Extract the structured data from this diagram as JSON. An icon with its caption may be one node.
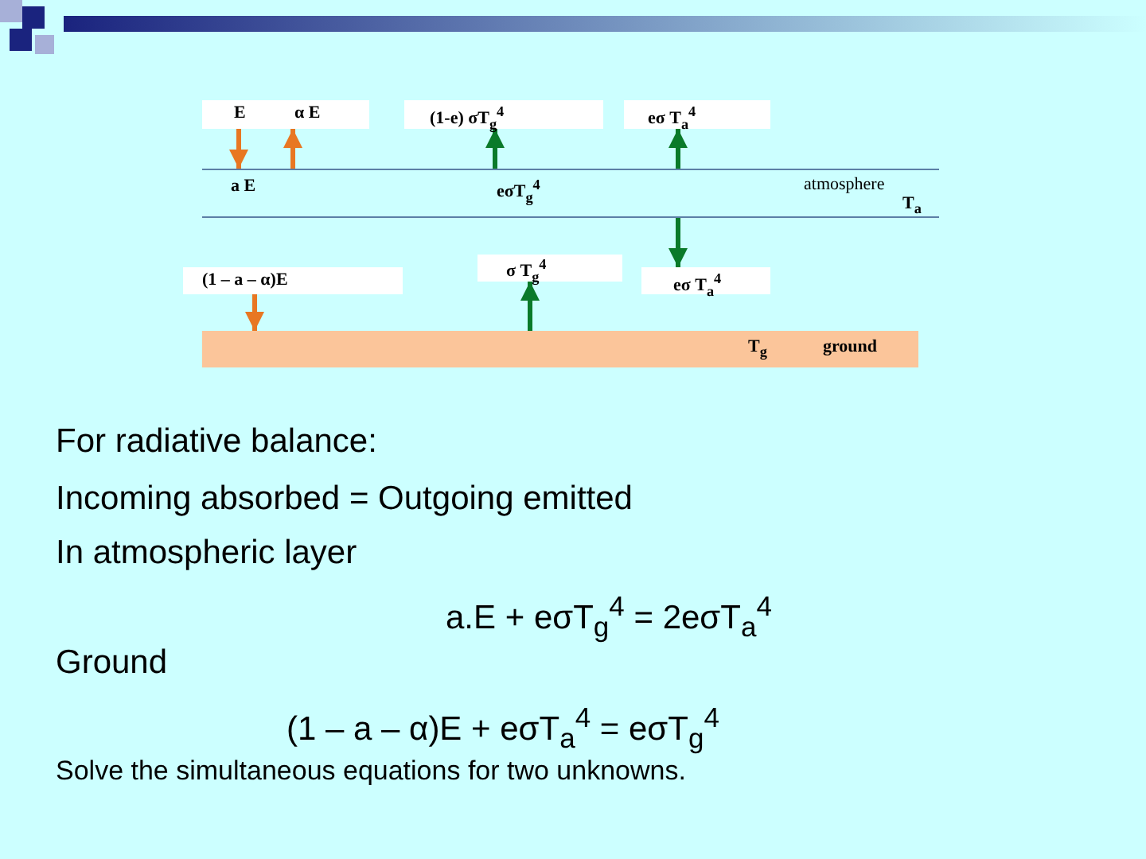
{
  "diagram": {
    "nodes": [
      {
        "text": [
          "E",
          "α E"
        ]
      },
      {
        "text": [
          "(1-e) σT$_{g}$$^{4}$"
        ]
      },
      {
        "text": [
          "eσ T$_{a}$$^{4}$"
        ]
      },
      {
        "text": [
          "a E",
          "eσT$_{g}$$^{4}$",
          "atmosphere",
          "T$_{a}$"
        ]
      },
      {
        "text": [
          "(1 – a – α)E"
        ]
      },
      {
        "text": [
          "σ T$_{g}$$^{4}$"
        ]
      },
      {
        "text": [
          "eσ T$_{a}$$^{4}$"
        ]
      },
      {
        "text": [
          "T$_{g}$",
          "ground"
        ]
      }
    ],
    "edges": [
      {
        "from": 0,
        "to": 3,
        "arrow": "to",
        "color": "#e87722"
      },
      {
        "from": 3,
        "to": 0,
        "arrow": "to",
        "color": "#e87722"
      },
      {
        "from": 3,
        "to": 1,
        "arrow": "to"
      },
      {
        "from": 3,
        "to": 2,
        "arrow": "to"
      },
      {
        "from": 3,
        "to": 6,
        "arrow": "to"
      },
      {
        "from": 4,
        "to": 7,
        "arrow": "to",
        "color": "#e87722"
      },
      {
        "from": 7,
        "to": 5,
        "arrow": "to"
      }
    ],
    "labels": [
      "For radiative balance:",
      "Incoming absorbed  = Outgoing emitted",
      "In atmospheric layer",
      "a.E + eσT$_{g}$$^{4}$ =  2eσT$_{a}$$^{4}$",
      "Ground",
      "(1 – a – α)E + eσT$_{a}$$^{4}$  = eσT$_{g}$$^{4}$",
      "Solve the simultaneous equations for two unknowns."
    ]
  }
}
